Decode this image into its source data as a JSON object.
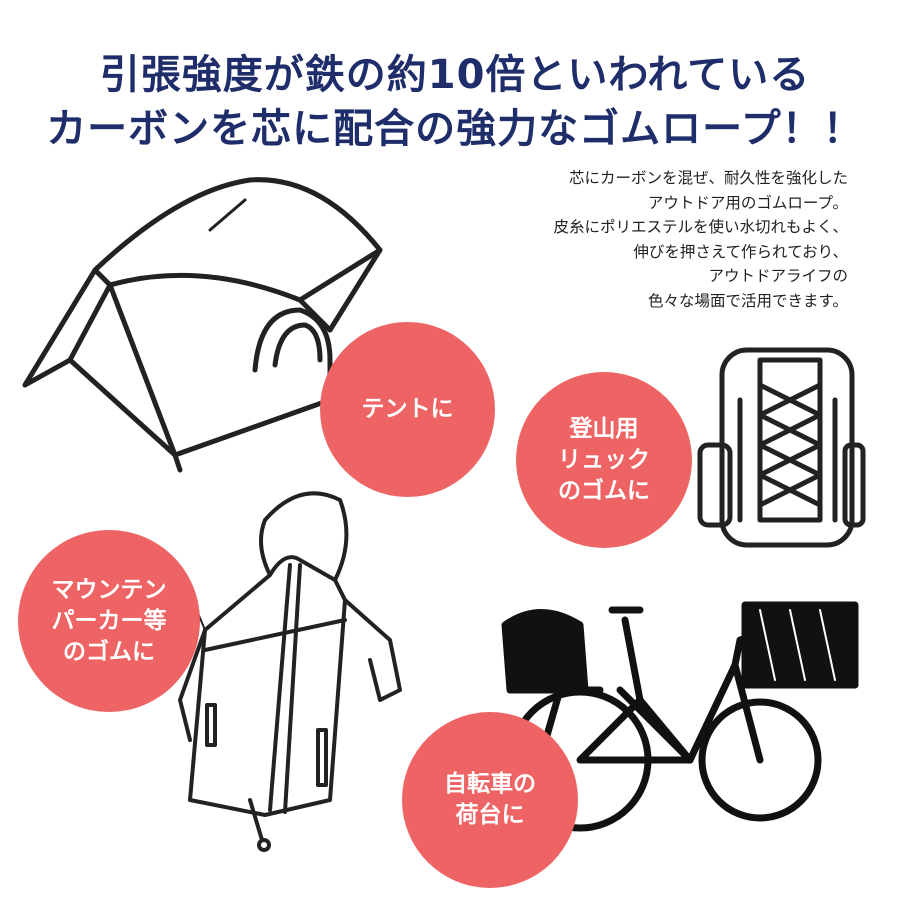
{
  "headline": {
    "line1": "引張強度が鉄の約10倍といわれている",
    "line2": "カーボンを芯に配合の強力なゴムロープ！！"
  },
  "description": [
    "芯にカーボンを混ぜ、耐久性を強化した",
    "アウトドア用のゴムロープ。",
    "皮糸にポリエステルを使い水切れもよく、",
    "伸びを押さえて作られており、",
    "アウトドアライフの",
    "色々な場面で活用できます。"
  ],
  "uses": [
    {
      "lines": [
        "テントに"
      ]
    },
    {
      "lines": [
        "登山用",
        "リュック",
        "のゴムに"
      ]
    },
    {
      "lines": [
        "マウンテン",
        "パーカー等",
        "のゴムに"
      ]
    },
    {
      "lines": [
        "自転車の",
        "荷台に"
      ]
    }
  ],
  "colors": {
    "title": "#1f2d6b",
    "badge": "#ee6464"
  }
}
